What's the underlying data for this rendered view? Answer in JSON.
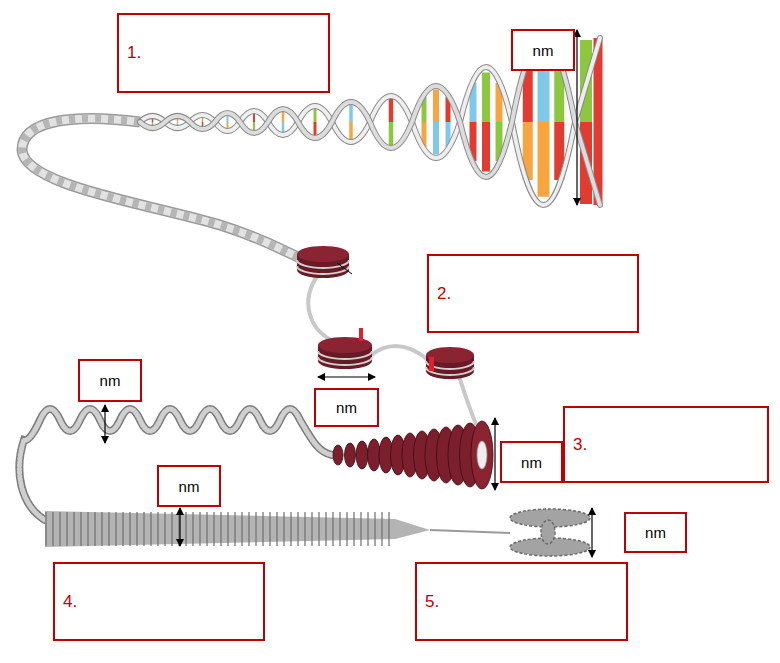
{
  "diagram": {
    "nodes": [
      {
        "text": [
          "1."
        ]
      },
      {
        "text": [
          "nm"
        ]
      },
      {
        "text": [
          "2."
        ]
      },
      {
        "text": [
          "nm"
        ]
      },
      {
        "text": [
          "nm"
        ]
      },
      {
        "text": [
          "3."
        ]
      },
      {
        "text": [
          "nm"
        ]
      },
      {
        "text": [
          "nm"
        ]
      },
      {
        "text": [
          "nm"
        ]
      },
      {
        "text": [
          "4."
        ]
      },
      {
        "text": [
          "5."
        ]
      }
    ]
  }
}
